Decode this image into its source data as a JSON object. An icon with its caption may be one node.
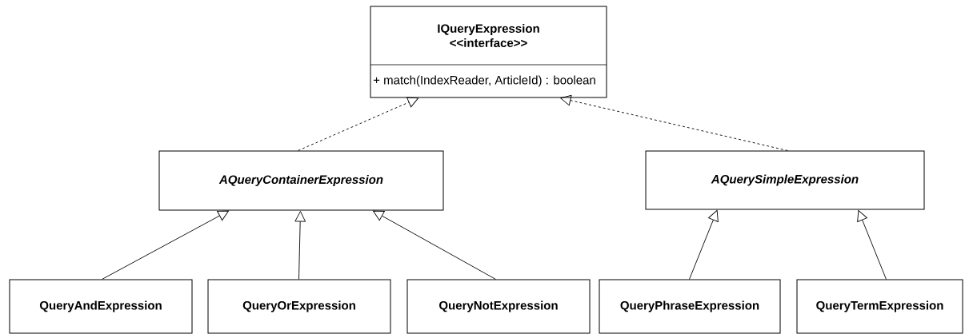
{
  "diagram": {
    "nodes": [
      {
        "text": [
          "IQueryExpression",
          "<<interface>>",
          "+ match(IndexReader, ArticleId) : boolean"
        ]
      },
      {
        "text": [
          "AQueryContainerExpression"
        ]
      },
      {
        "text": [
          "AQuerySimpleExpression"
        ]
      },
      {
        "text": [
          "QueryAndExpression"
        ]
      },
      {
        "text": [
          "QueryOrExpression"
        ]
      },
      {
        "text": [
          "QueryNotExpression"
        ]
      },
      {
        "text": [
          "QueryPhraseExpression"
        ]
      },
      {
        "text": [
          "QueryTermExpression"
        ]
      }
    ],
    "edges": [
      {
        "from": 1,
        "to": 0,
        "arrow": "to",
        "style": "dashed"
      },
      {
        "from": 2,
        "to": 0,
        "arrow": "to",
        "style": "dashed"
      },
      {
        "from": 3,
        "to": 1,
        "arrow": "to"
      },
      {
        "from": 4,
        "to": 1,
        "arrow": "to"
      },
      {
        "from": 5,
        "to": 1,
        "arrow": "to"
      },
      {
        "from": 6,
        "to": 2,
        "arrow": "to"
      },
      {
        "from": 7,
        "to": 2,
        "arrow": "to"
      }
    ]
  }
}
